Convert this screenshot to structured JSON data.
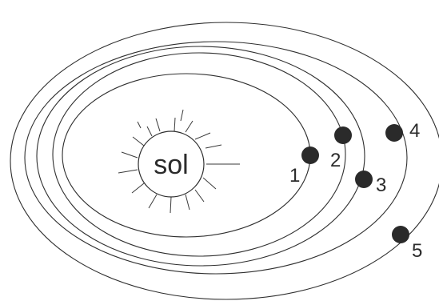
{
  "sun": {
    "label": "sol"
  },
  "planets": [
    {
      "label": "1"
    },
    {
      "label": "2"
    },
    {
      "label": "3"
    },
    {
      "label": "4"
    },
    {
      "label": "5"
    }
  ],
  "colors": {
    "ink": "#2a2a2a",
    "background": "#ffffff"
  }
}
